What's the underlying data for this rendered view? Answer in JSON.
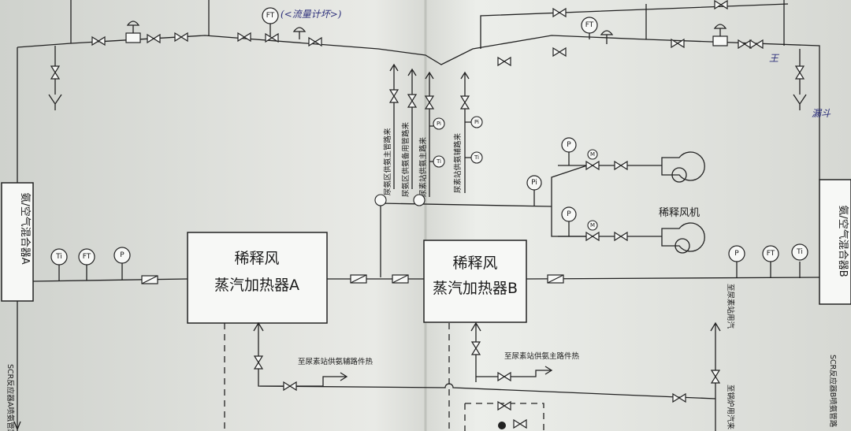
{
  "equipment": {
    "mixer_a": "氨/空气混合器A",
    "mixer_b": "氨/空气混合器B",
    "heater_a_line1": "稀释风",
    "heater_a_line2": "蒸汽加热器A",
    "heater_b_line1": "稀释风",
    "heater_b_line2": "蒸汽加热器B",
    "fan": "稀释风机"
  },
  "instruments": {
    "ft": "FT",
    "ti": "Ti",
    "pi": "Pi",
    "p": "P",
    "m": "M"
  },
  "pipes": {
    "ammonia_main_from_area": "尿氨区供氨主管路来",
    "ammonia_backup_from_area": "尿氨区供氨备用管路来",
    "urea_station_main": "尿素站供氨主路来",
    "urea_station_aux": "尿素站供氨辅路来",
    "to_urea_aux_trace": "至尿素站供氨辅路件热",
    "to_urea_main_trace": "至尿素站供氨主路件热",
    "to_urea_station_steam": "至尿素站用汽",
    "boiler_steam": "至锅炉用汽来",
    "scr_a_nozzle": "SCR反应器A喷氨管路",
    "scr_b_nozzle": "SCR反应器B喷氨管路"
  },
  "handwriting": {
    "top_note": "(<流量计坏>)",
    "drain": "漏斗",
    "mark_right": "王"
  }
}
